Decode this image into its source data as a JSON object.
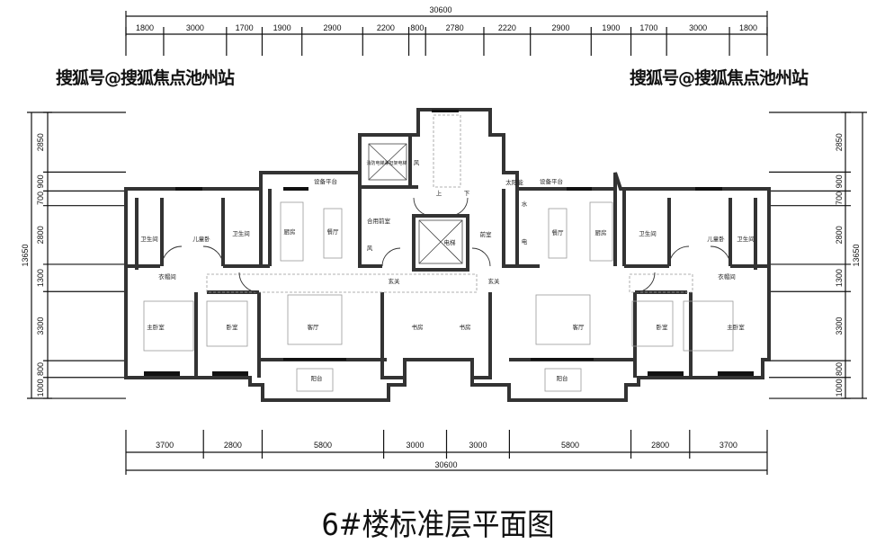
{
  "watermark": "搜狐号@搜狐焦点池州站",
  "title": "6#楼标准层平面图",
  "dimensions": {
    "top_total": "30600",
    "top": [
      1800,
      3000,
      1700,
      1900,
      2900,
      2200,
      800,
      2780,
      2220,
      2900,
      1900,
      1700,
      3000,
      1800
    ],
    "bottom": [
      3700,
      2800,
      5800,
      3000,
      3000,
      5800,
      2800,
      3700
    ],
    "bottom_total": "30600",
    "side": [
      2850,
      900,
      700,
      2800,
      1300,
      3300,
      800,
      1000
    ],
    "side_total": "13650"
  },
  "rooms": {
    "left": {
      "equipment": "设备平台",
      "bath1": "卫生间",
      "kids": "儿童卧",
      "bath2": "卫生间",
      "kitchen": "厨房",
      "dining": "餐厅",
      "closet": "衣帽间",
      "master": "主卧室",
      "bedroom": "卧室",
      "living": "客厅",
      "balcony": "阳台",
      "foyer": "玄关",
      "study": "书房"
    },
    "core": {
      "shared_lobby": "合用前室",
      "fire_elevator": "消防电梯兼担架电梯",
      "shaft1": "风",
      "shaft2": "风",
      "elevator": "电梯",
      "lobby": "前室",
      "solar": "太阳能",
      "water": "水",
      "power": "电",
      "up": "上",
      "down": "下"
    },
    "right": {
      "equipment": "设备平台",
      "dining": "餐厅",
      "kitchen": "厨房",
      "bath1": "卫生间",
      "kids": "儿童卧",
      "bath2": "卫生间",
      "closet": "衣帽间",
      "living": "客厅",
      "bedroom": "卧室",
      "master": "主卧室",
      "balcony": "阳台",
      "foyer": "玄关",
      "study": "书房"
    }
  }
}
